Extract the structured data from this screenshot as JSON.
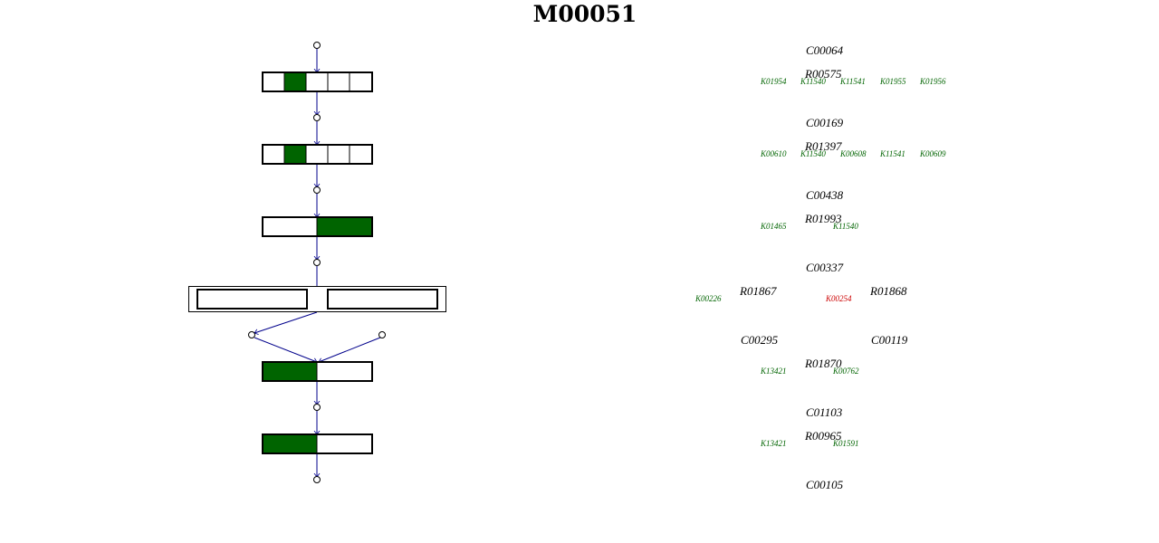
{
  "title": "M00051",
  "colors": {
    "filled": "#006400",
    "edge": "#00008b",
    "ko_present": "#006400",
    "ko_absent": "#cc0000"
  },
  "compounds": [
    "C00064",
    "C00169",
    "C00438",
    "C00337",
    "C00295",
    "C00119",
    "C01103",
    "C00105"
  ],
  "reactions": [
    {
      "id": "R00575",
      "kos": [
        "K01954",
        "K11540",
        "K11541",
        "K01955",
        "K01956"
      ],
      "ko_status": [
        "present",
        "present",
        "present",
        "present",
        "present"
      ]
    },
    {
      "id": "R01397",
      "kos": [
        "K00610",
        "K11540",
        "K00608",
        "K11541",
        "K00609"
      ],
      "ko_status": [
        "present",
        "present",
        "present",
        "present",
        "present"
      ]
    },
    {
      "id": "R01993",
      "kos": [
        "K01465",
        "K11540"
      ],
      "ko_status": [
        "present",
        "present"
      ]
    },
    {
      "id": "R01867",
      "kos": [
        "K00226"
      ],
      "ko_status": [
        "present"
      ]
    },
    {
      "id": "R01868",
      "kos": [
        "K00254"
      ],
      "ko_status": [
        "absent"
      ]
    },
    {
      "id": "R01870",
      "kos": [
        "K13421",
        "K00762"
      ],
      "ko_status": [
        "present",
        "present"
      ]
    },
    {
      "id": "R00965",
      "kos": [
        "K13421",
        "K01591"
      ],
      "ko_status": [
        "present",
        "present"
      ]
    }
  ],
  "boxes": [
    {
      "segments": 5,
      "filled": [
        1
      ]
    },
    {
      "segments": 5,
      "filled": [
        1
      ]
    },
    {
      "segments": 2,
      "filled": [
        1
      ]
    },
    {
      "segments": 2,
      "filled": []
    },
    {
      "segments": 2,
      "filled": [
        0
      ]
    },
    {
      "segments": 2,
      "filled": [
        0
      ]
    }
  ]
}
